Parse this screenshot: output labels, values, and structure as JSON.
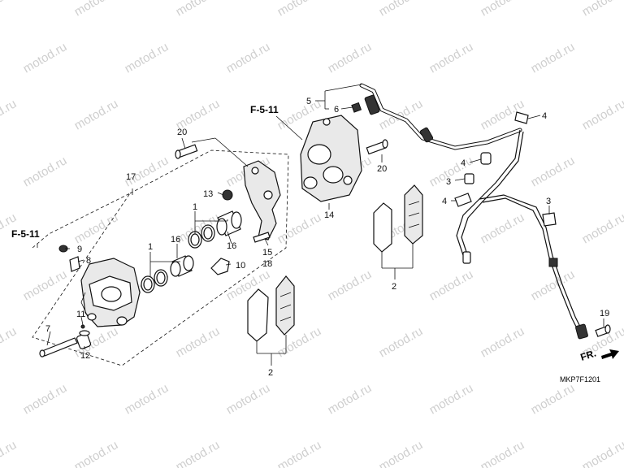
{
  "watermark": "motod.ru",
  "diagram_code": "MKP7F1201",
  "direction_label": "FR.",
  "ref_labels": {
    "left": "F-5-11",
    "top": "F-5-11"
  },
  "callouts": {
    "c1a": "1",
    "c1b": "1",
    "c2a": "2",
    "c2b": "2",
    "c3a": "3",
    "c3b": "3",
    "c4a": "4",
    "c4b": "4",
    "c4c": "4",
    "c5": "5",
    "c6": "6",
    "c7": "7",
    "c8": "8",
    "c9": "9",
    "c10": "10",
    "c11": "11",
    "c12": "12",
    "c13": "13",
    "c14": "14",
    "c15": "15",
    "c16a": "16",
    "c16b": "16",
    "c17": "17",
    "c18": "18",
    "c19": "19",
    "c20a": "20",
    "c20b": "20"
  }
}
